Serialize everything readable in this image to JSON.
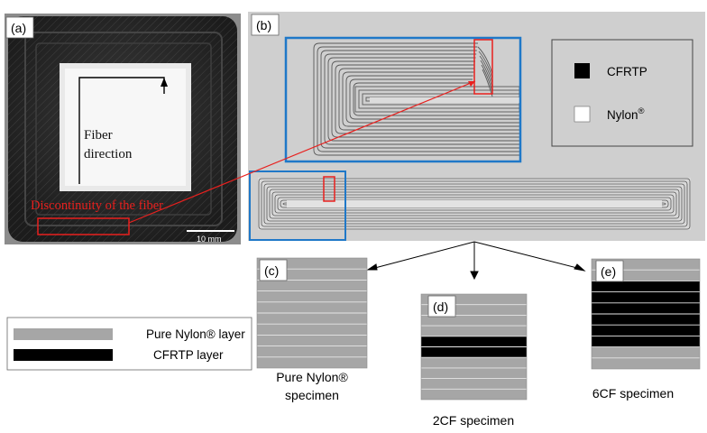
{
  "panels": {
    "a": {
      "tag": "(a)",
      "fiber_direction_line1": "Fiber",
      "fiber_direction_line2": "direction",
      "discontinuity_label": "Discontinuity of the fiber",
      "scale_bar": "10 mm"
    },
    "b": {
      "tag": "(b)",
      "legend": {
        "cfrtp": "CFRTP",
        "nylon": "Nylon",
        "nylon_mark": "®"
      }
    },
    "c": {
      "tag": "(c)",
      "caption_line1": "Pure Nylon®",
      "caption_line2": "specimen"
    },
    "d": {
      "tag": "(d)",
      "caption": "2CF specimen"
    },
    "e": {
      "tag": "(e)",
      "caption": "6CF specimen"
    }
  },
  "layer_legend": {
    "nylon_layer": "Pure Nylon® layer",
    "cfrtp_layer": "CFRTP layer"
  },
  "colors": {
    "nylon_gray": "#a6a6a6",
    "cfrtp_black": "#000000",
    "highlight_blue": "#1f78c8",
    "highlight_red": "#e8201e"
  }
}
